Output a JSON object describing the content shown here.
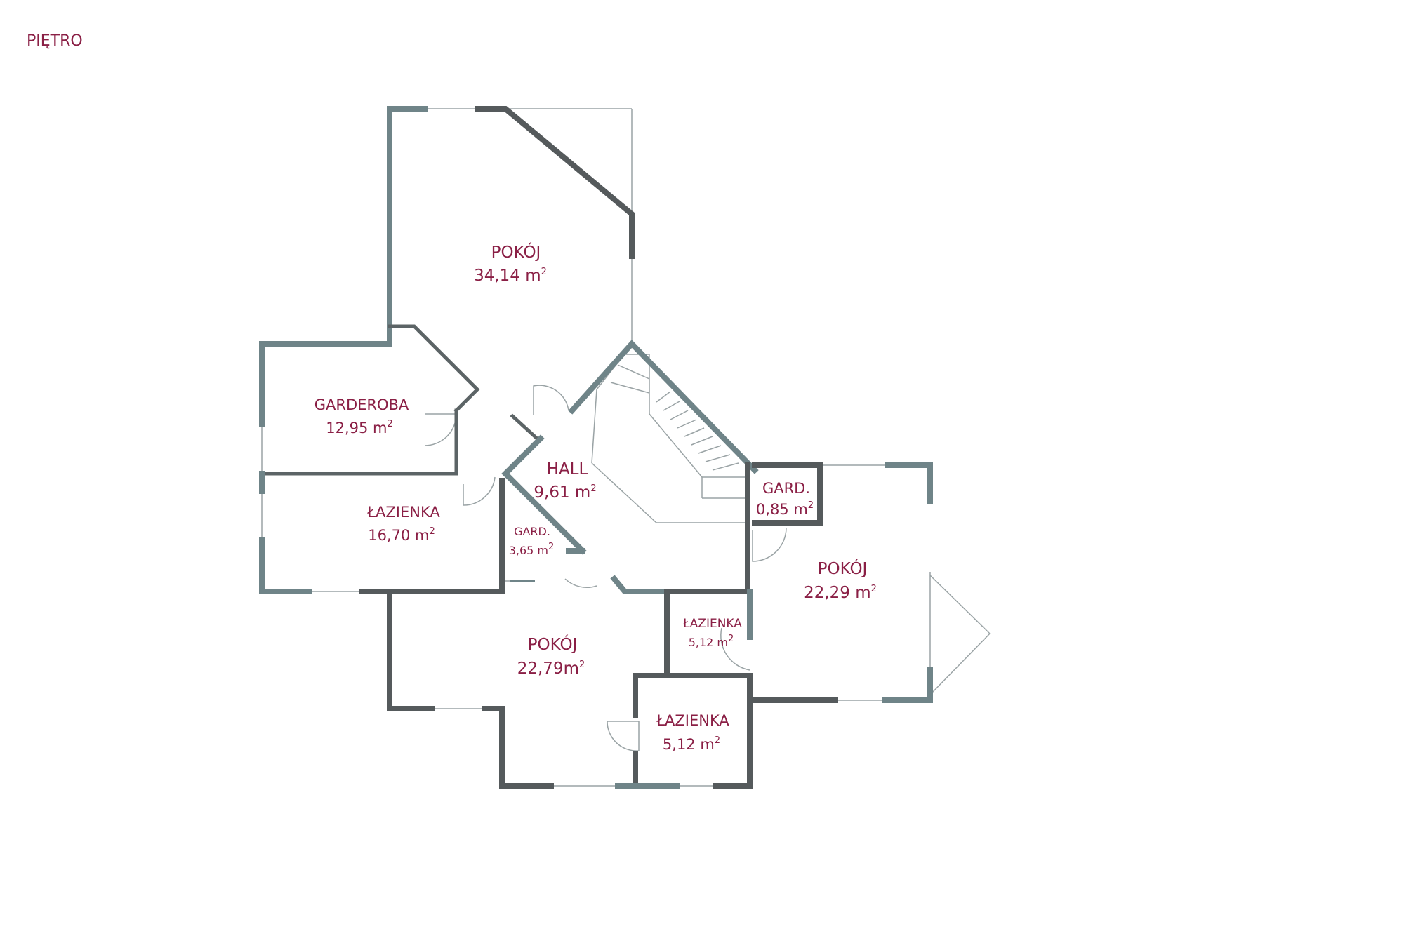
{
  "title": "PIĘTRO",
  "sup": "2",
  "rooms": [
    {
      "name": "POKÓJ",
      "area": "34,14 m"
    },
    {
      "name": "GARDEROBA",
      "area": "12,95 m"
    },
    {
      "name": "HALL",
      "area": "9,61 m"
    },
    {
      "name": "ŁAZIENKA",
      "area": "16,70 m"
    },
    {
      "name": "GARD.",
      "area": "3,65 m"
    },
    {
      "name": "GARD.",
      "area": "0,85 m"
    },
    {
      "name": "POKÓJ",
      "area": "22,29 m"
    },
    {
      "name": "POKÓJ",
      "area": "22,79m"
    },
    {
      "name": "ŁAZIENKA",
      "area": "5,12 m"
    },
    {
      "name": "ŁAZIENKA",
      "area": "5,12 m"
    }
  ],
  "colors": {
    "label": "#8a1f45",
    "wall": "#6f8488",
    "wall_dark": "#555a5c"
  }
}
